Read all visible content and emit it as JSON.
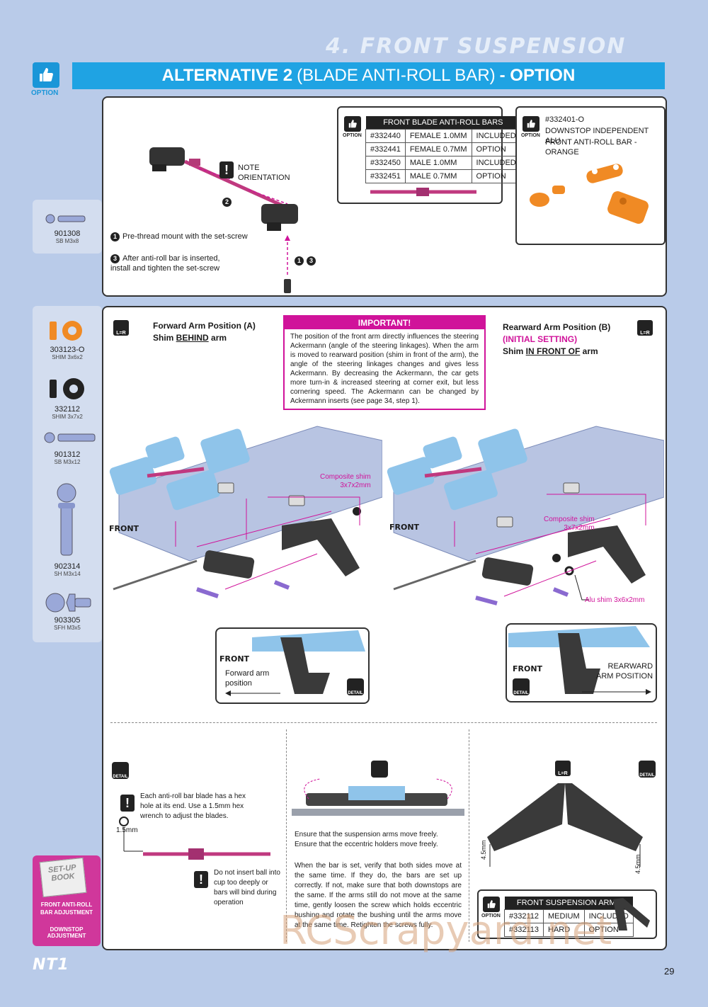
{
  "header": {
    "section": "4. FRONT SUSPENSION",
    "option_label": "OPTION",
    "title_part1": "ALTERNATIVE 2",
    "title_part2": "(BLADE ANTI-ROLL BAR)",
    "title_part3": "- OPTION"
  },
  "step1": {
    "note": "NOTE\nORIENTATION",
    "callout_2": "2",
    "callout_13": "1 3",
    "instruction_1": "Pre-thread mount with the set-screw",
    "instruction_3": "After anti-roll bar is inserted, install and tighten the set-screw",
    "table": {
      "title": "FRONT BLADE ANTI-ROLL BARS",
      "rows": [
        [
          "#332440",
          "FEMALE 1.0MM",
          "INCLUDED"
        ],
        [
          "#332441",
          "FEMALE 0.7MM",
          "OPTION"
        ],
        [
          "#332450",
          "MALE 1.0MM",
          "INCLUDED"
        ],
        [
          "#332451",
          "MALE 0.7MM",
          "OPTION"
        ]
      ]
    },
    "downstop": {
      "part": "#332401-O",
      "line1": "DOWNSTOP INDEPENDENT ALU",
      "line2": "FRONT ANTI-ROLL BAR - ORANGE"
    },
    "part": {
      "num": "901308",
      "sub": "SB M3x8"
    }
  },
  "parts": [
    {
      "num": "303123-O",
      "sub": "SHIM 3x6x2"
    },
    {
      "num": "332112",
      "sub": "SHIM 3x7x2"
    },
    {
      "num": "901312",
      "sub": "SB M3x12"
    },
    {
      "num": "902314",
      "sub": "SH M3x14"
    },
    {
      "num": "903305",
      "sub": "SFH M3x5"
    }
  ],
  "step2": {
    "forward_title": "Forward Arm Position (A)",
    "forward_sub_pre": "Shim ",
    "forward_sub_u": "BEHIND",
    "forward_sub_post": " arm",
    "rear_title": "Rearward Arm Position (B)",
    "rear_initial": "(INITIAL SETTING)",
    "rear_sub_pre": "Shim ",
    "rear_sub_u": "IN FRONT OF",
    "rear_sub_post": " arm",
    "important_title": "IMPORTANT!",
    "important_body": "The position of the front arm directly influences the steering Ackermann (angle of the steering linkages). When the arm is moved to rearward position (shim in front of the arm), the angle of the steering linkages changes and gives less Ackermann. By decreasing the Ackermann, the car gets more turn-in & increased steering at corner exit, but less cornering speed. The Ackermann can be changed by Ackermann inserts (see page 34, step 1).",
    "composite_shim": "Composite shim\n3x7x2mm",
    "alu_shim": "Alu shim 3x6x2mm",
    "front": "FRONT",
    "forward_detail": "Forward arm\nposition",
    "rearward_detail": "REARWARD\nARM POSITION",
    "detail": "DETAIL",
    "lr": "L=R"
  },
  "step3": {
    "hex_note": "Each anti-roll bar blade has a hex hole at its end. Use a 1.5mm hex wrench to adjust the blades.",
    "hex_size": "1.5mm",
    "ball_note": "Do not insert ball into cup too deeply or bars will bind during operation",
    "free_note": "Ensure that the suspension arms move freely. Ensure that the eccentric holders move freely.",
    "bar_note": "When the bar is set, verify that both sides move at the same time. If they do, the bars are set up correctly. If not, make sure that both downstops are the same. If the arms still do not move at the same time, gently loosen the screw which holds eccentric bushing and rotate the bushing until the arms move at the same time. Retighten the screws fully.",
    "downstop_mm": "4.5mm",
    "arms_table": {
      "title": "FRONT SUSPENSION ARMS",
      "rows": [
        [
          "#332112",
          "MEDIUM",
          "INCLUDED"
        ],
        [
          "#332113",
          "HARD",
          "OPTION"
        ]
      ]
    }
  },
  "setup": {
    "book": "SET-UP\nBOOK",
    "item1": "FRONT ANTI-ROLL BAR ADJUSTMENT",
    "item2": "DOWNSTOP ADJUSTMENT"
  },
  "footer": {
    "brand": "NT1",
    "page": "29",
    "watermark": "RCScrapyard.net"
  },
  "colors": {
    "accent_blue": "#1fa3e3",
    "magenta": "#d0139a",
    "background": "#b9cbe9",
    "part_blue": "#8fc4ea",
    "orange": "#f08a24"
  }
}
